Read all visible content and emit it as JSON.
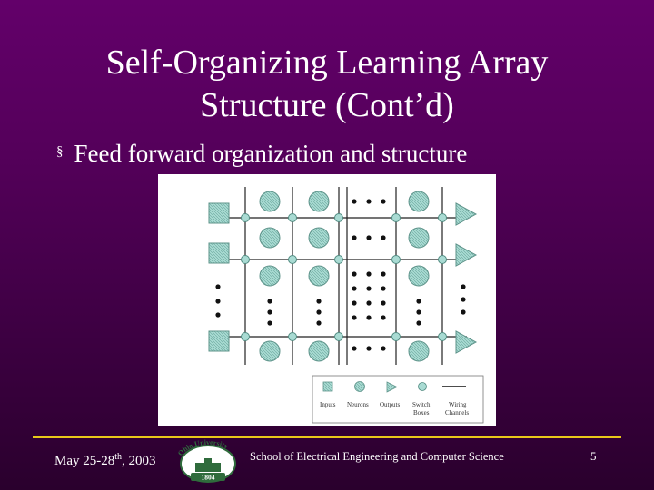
{
  "slide": {
    "title_line1": "Self-Organizing Learning Array",
    "title_line2": "Structure (Cont’d)",
    "bullet_mark": "§",
    "bullet_text": "Feed forward organization and structure"
  },
  "figure": {
    "legend": {
      "inputs": "Inputs",
      "neurons": "Neurons",
      "outputs": "Outputs",
      "switch_line1": "Switch",
      "switch_line2": "Boxes",
      "wiring_line1": "Wiring",
      "wiring_line2": "Channels"
    }
  },
  "footer": {
    "date_main": "May 25-28",
    "date_sup": "th",
    "date_year": ", 2003",
    "school": "School of Electrical Engineering and Computer Science",
    "page": "5",
    "seal_top": "Ohio University",
    "seal_year": "1804"
  },
  "colors": {
    "background_top": "#63006a",
    "background_bottom": "#2a002d",
    "footer_rule": "#e8c81a",
    "element_fill": "#a9dbd3",
    "seal_green": "#2f6b3c"
  }
}
